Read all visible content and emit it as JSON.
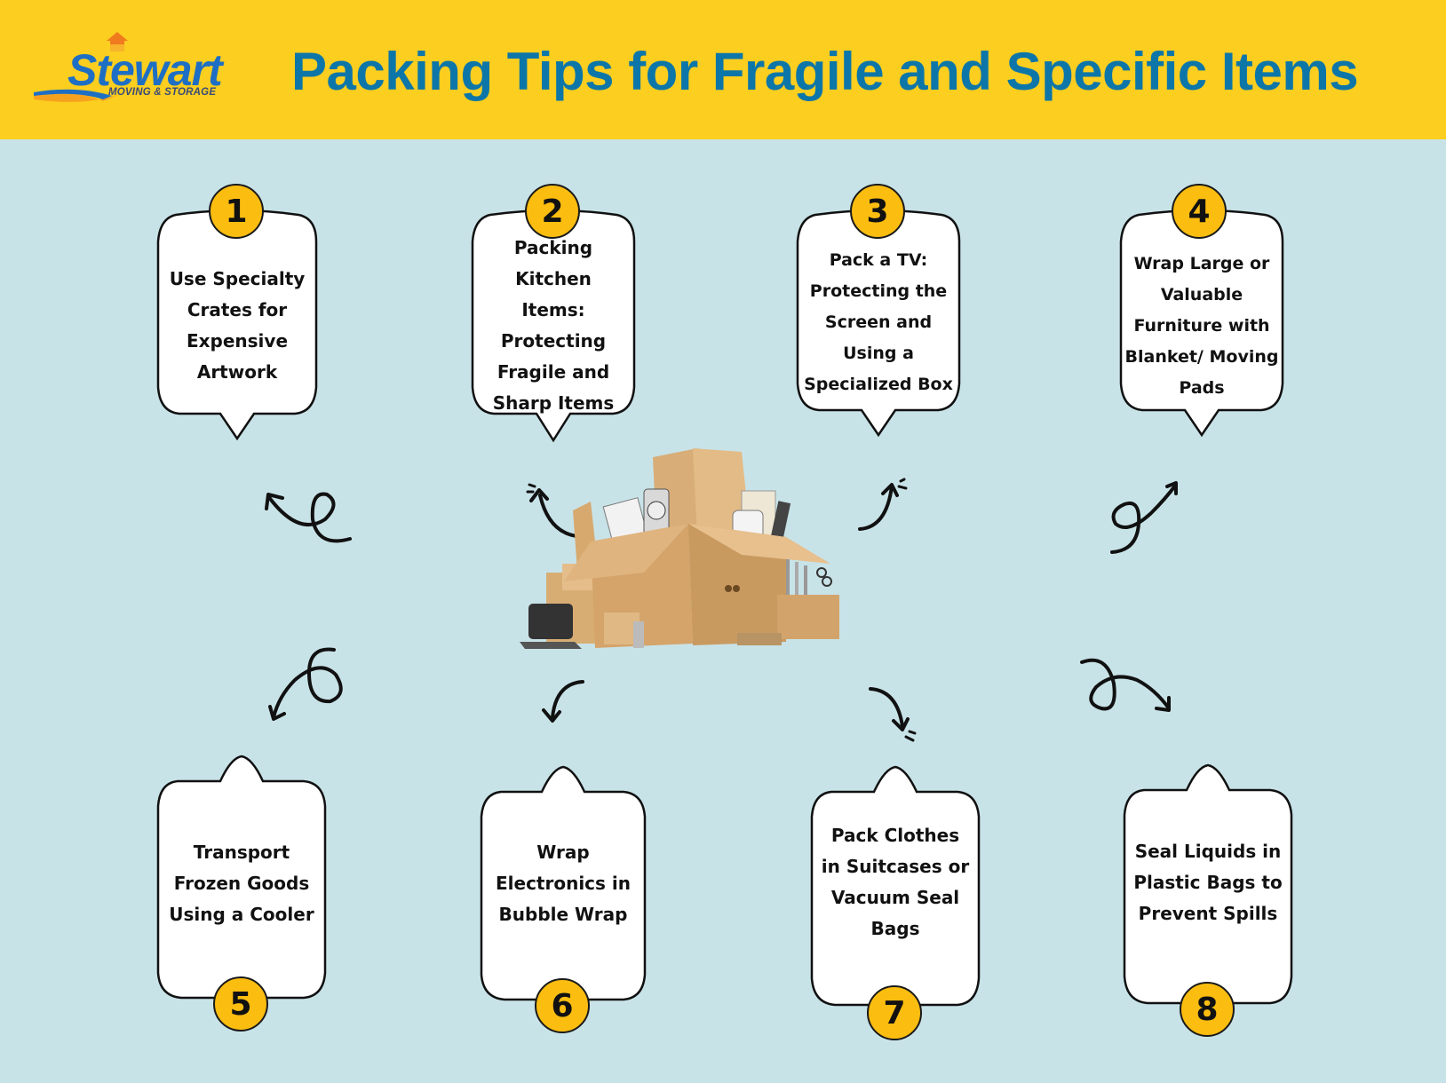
{
  "header": {
    "logo": {
      "brand": "Stewart",
      "tagline": "MOVING & STORAGE"
    },
    "title": "Packing Tips for Fragile and Specific Items",
    "background_color": "#fbce1f",
    "title_color": "#0d76a8"
  },
  "background_color": "#c8e3e8",
  "badge_color": "#fbbd10",
  "tips": [
    {
      "number": "1",
      "text": "Use Specialty Crates for Expensive Artwork"
    },
    {
      "number": "2",
      "text": "Packing Kitchen Items: Protecting Fragile and Sharp Items"
    },
    {
      "number": "3",
      "text": "Pack a TV: Protecting the Screen and Using a Specialized Box"
    },
    {
      "number": "4",
      "text": "Wrap Large or Valuable Furniture with Blanket/ Moving Pads"
    },
    {
      "number": "5",
      "text": "Transport Frozen Goods Using a Cooler"
    },
    {
      "number": "6",
      "text": "Wrap Electronics in Bubble Wrap"
    },
    {
      "number": "7",
      "text": "Pack Clothes in Suitcases or Vacuum Seal Bags"
    },
    {
      "number": "8",
      "text": "Seal Liquids in Plastic Bags to Prevent Spills"
    }
  ],
  "center_image": {
    "icon": "moving-boxes-illustration"
  }
}
